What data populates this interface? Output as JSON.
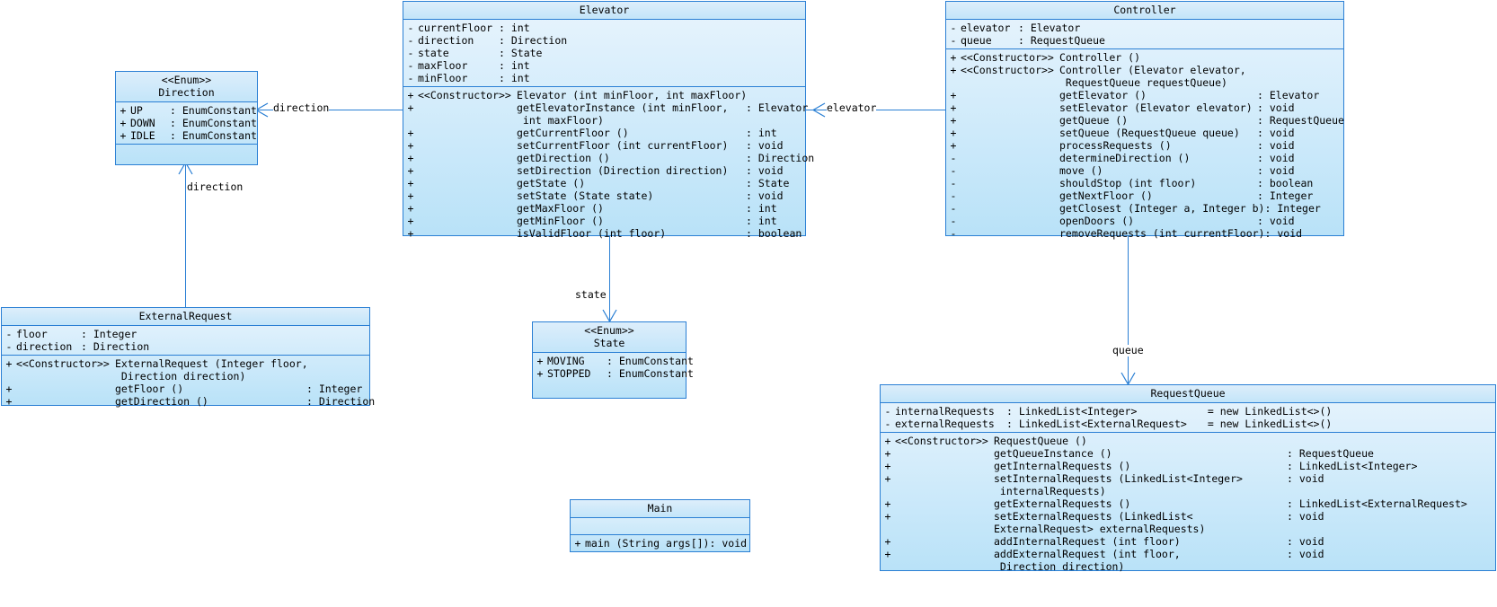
{
  "diagram": {
    "title": "Elevator System UML Class Diagram",
    "type": "uml-class-diagram",
    "accent": "#2a7fd4",
    "fill_top": "#e8f4fd",
    "fill_bottom": "#b9e2f8"
  },
  "classes": {
    "direction": {
      "stereotype": "<<Enum>>",
      "name": "Direction",
      "attributes": [
        {
          "vis": "+",
          "name": "UP",
          "type": "EnumConstant"
        },
        {
          "vis": "+",
          "name": "DOWN",
          "type": "EnumConstant"
        },
        {
          "vis": "+",
          "name": "IDLE",
          "type": "EnumConstant"
        }
      ],
      "operations": []
    },
    "state": {
      "stereotype": "<<Enum>>",
      "name": "State",
      "attributes": [
        {
          "vis": "+",
          "name": "MOVING",
          "type": "EnumConstant"
        },
        {
          "vis": "+",
          "name": "STOPPED",
          "type": "EnumConstant"
        }
      ],
      "operations": []
    },
    "elevator": {
      "stereotype": "",
      "name": "Elevator",
      "attributes": [
        {
          "vis": "-",
          "name": "currentFloor",
          "type": "int"
        },
        {
          "vis": "-",
          "name": "direction",
          "type": "Direction"
        },
        {
          "vis": "-",
          "name": "state",
          "type": "State"
        },
        {
          "vis": "-",
          "name": "maxFloor",
          "type": "int"
        },
        {
          "vis": "-",
          "name": "minFloor",
          "type": "int"
        }
      ],
      "operations": [
        {
          "vis": "+",
          "stereotype": "<<Constructor>>",
          "sig": "Elevator (int minFloor, int maxFloor)",
          "ret": ""
        },
        {
          "vis": "+",
          "stereotype": "",
          "sig": "getElevatorInstance (int minFloor,\n int maxFloor)",
          "ret": "Elevator"
        },
        {
          "vis": "+",
          "stereotype": "",
          "sig": "getCurrentFloor ()",
          "ret": "int"
        },
        {
          "vis": "+",
          "stereotype": "",
          "sig": "setCurrentFloor (int currentFloor)",
          "ret": "void"
        },
        {
          "vis": "+",
          "stereotype": "",
          "sig": "getDirection ()",
          "ret": "Direction"
        },
        {
          "vis": "+",
          "stereotype": "",
          "sig": "setDirection (Direction direction)",
          "ret": "void"
        },
        {
          "vis": "+",
          "stereotype": "",
          "sig": "getState ()",
          "ret": "State"
        },
        {
          "vis": "+",
          "stereotype": "",
          "sig": "setState (State state)",
          "ret": "void"
        },
        {
          "vis": "+",
          "stereotype": "",
          "sig": "getMaxFloor ()",
          "ret": "int"
        },
        {
          "vis": "+",
          "stereotype": "",
          "sig": "getMinFloor ()",
          "ret": "int"
        },
        {
          "vis": "+",
          "stereotype": "",
          "sig": "isValidFloor (int floor)",
          "ret": "boolean"
        }
      ]
    },
    "controller": {
      "stereotype": "",
      "name": "Controller",
      "attributes": [
        {
          "vis": "-",
          "name": "elevator",
          "type": "Elevator"
        },
        {
          "vis": "-",
          "name": "queue",
          "type": "RequestQueue"
        }
      ],
      "operations": [
        {
          "vis": "+",
          "stereotype": "<<Constructor>>",
          "sig": "Controller ()",
          "ret": ""
        },
        {
          "vis": "+",
          "stereotype": "<<Constructor>>",
          "sig": "Controller (Elevator elevator,\n RequestQueue requestQueue)",
          "ret": ""
        },
        {
          "vis": "+",
          "stereotype": "",
          "sig": "getElevator ()",
          "ret": "Elevator"
        },
        {
          "vis": "+",
          "stereotype": "",
          "sig": "setElevator (Elevator elevator)",
          "ret": "void"
        },
        {
          "vis": "+",
          "stereotype": "",
          "sig": "getQueue ()",
          "ret": "RequestQueue"
        },
        {
          "vis": "+",
          "stereotype": "",
          "sig": "setQueue (RequestQueue queue)",
          "ret": "void"
        },
        {
          "vis": "+",
          "stereotype": "",
          "sig": "processRequests ()",
          "ret": "void"
        },
        {
          "vis": "-",
          "stereotype": "",
          "sig": "determineDirection ()",
          "ret": "void"
        },
        {
          "vis": "-",
          "stereotype": "",
          "sig": "move ()",
          "ret": "void"
        },
        {
          "vis": "-",
          "stereotype": "",
          "sig": "shouldStop (int floor)",
          "ret": "boolean"
        },
        {
          "vis": "-",
          "stereotype": "",
          "sig": "getNextFloor ()",
          "ret": "Integer"
        },
        {
          "vis": "-",
          "stereotype": "",
          "sig": "getClosest (Integer a, Integer b)",
          "ret": "Integer"
        },
        {
          "vis": "-",
          "stereotype": "",
          "sig": "openDoors ()",
          "ret": "void"
        },
        {
          "vis": "-",
          "stereotype": "",
          "sig": "removeRequests (int currentFloor)",
          "ret": "void"
        }
      ]
    },
    "external_request": {
      "stereotype": "",
      "name": "ExternalRequest",
      "attributes": [
        {
          "vis": "-",
          "name": "floor",
          "type": "Integer"
        },
        {
          "vis": "-",
          "name": "direction",
          "type": "Direction"
        }
      ],
      "operations": [
        {
          "vis": "+",
          "stereotype": "<<Constructor>>",
          "sig": "ExternalRequest (Integer floor,\n Direction direction)",
          "ret": ""
        },
        {
          "vis": "+",
          "stereotype": "",
          "sig": "getFloor ()",
          "ret": "Integer"
        },
        {
          "vis": "+",
          "stereotype": "",
          "sig": "getDirection ()",
          "ret": "Direction"
        }
      ]
    },
    "request_queue": {
      "stereotype": "",
      "name": "RequestQueue",
      "attributes": [
        {
          "vis": "-",
          "name": "internalRequests",
          "type": "LinkedList<Integer>",
          "default": "= new LinkedList<>()"
        },
        {
          "vis": "-",
          "name": "externalRequests",
          "type": "LinkedList<ExternalRequest>",
          "default": "= new LinkedList<>()"
        }
      ],
      "operations": [
        {
          "vis": "+",
          "stereotype": "<<Constructor>>",
          "sig": "RequestQueue ()",
          "ret": ""
        },
        {
          "vis": "+",
          "stereotype": "",
          "sig": "getQueueInstance ()",
          "ret": "RequestQueue"
        },
        {
          "vis": "+",
          "stereotype": "",
          "sig": "getInternalRequests ()",
          "ret": "LinkedList<Integer>"
        },
        {
          "vis": "+",
          "stereotype": "",
          "sig": "setInternalRequests (LinkedList<Integer>\n internalRequests)",
          "ret": "void"
        },
        {
          "vis": "+",
          "stereotype": "",
          "sig": "getExternalRequests ()",
          "ret": "LinkedList<ExternalRequest>"
        },
        {
          "vis": "+",
          "stereotype": "",
          "sig": "setExternalRequests (LinkedList<\nExternalRequest> externalRequests)",
          "ret": "void"
        },
        {
          "vis": "+",
          "stereotype": "",
          "sig": "addInternalRequest (int floor)",
          "ret": "void"
        },
        {
          "vis": "+",
          "stereotype": "",
          "sig": "addExternalRequest (int floor,\n Direction direction)",
          "ret": "void"
        }
      ]
    },
    "main": {
      "stereotype": "",
      "name": "Main",
      "attributes": [],
      "operations": [
        {
          "vis": "+",
          "stereotype": "",
          "sig": "main (String args[])",
          "ret": "void"
        }
      ]
    }
  },
  "edges": [
    {
      "id": "elevator-direction",
      "label": "direction"
    },
    {
      "id": "externalrequest-direction",
      "label": "direction"
    },
    {
      "id": "elevator-state",
      "label": "state"
    },
    {
      "id": "controller-elevator",
      "label": "elevator"
    },
    {
      "id": "controller-queue",
      "label": "queue"
    }
  ]
}
